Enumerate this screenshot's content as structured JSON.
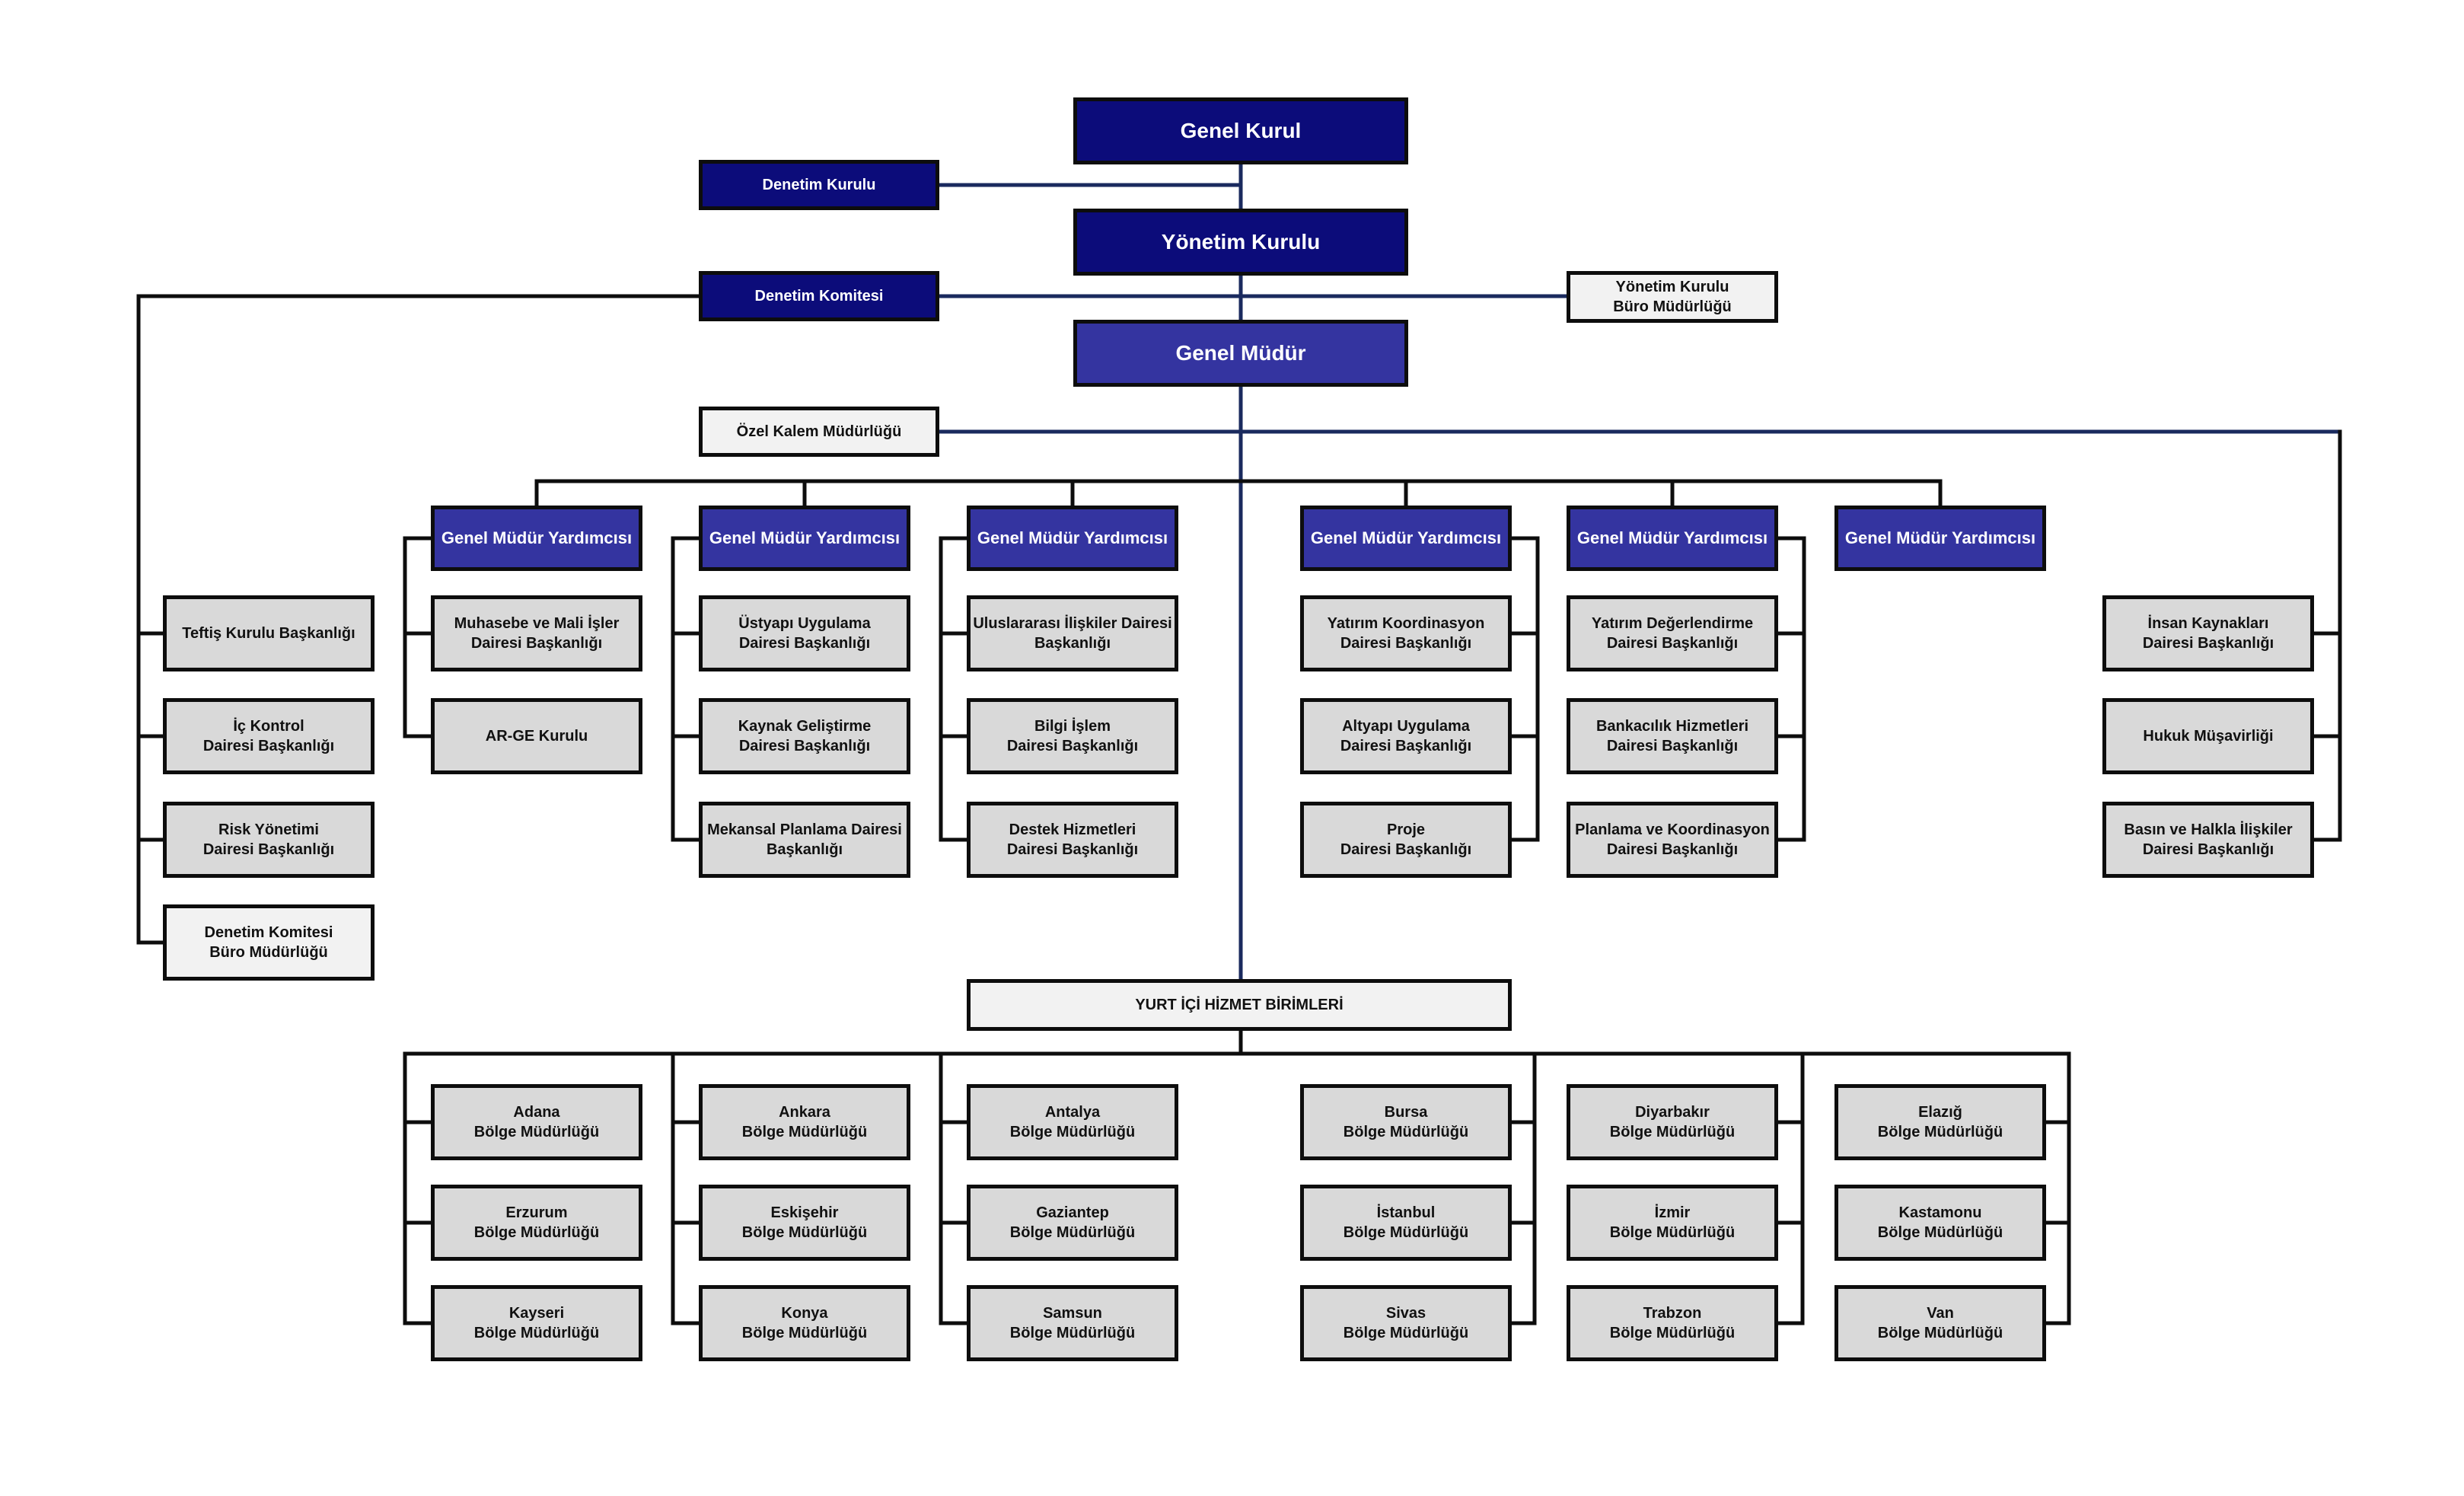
{
  "colors": {
    "dark_navy": "#0c0c7a",
    "mid_blue": "#3434a0",
    "unit_grey": "#d9d9d9",
    "office_white": "#f2f2f2",
    "connector_navy": "#1a2a5e",
    "connector_black": "#0d0d0d"
  },
  "top": {
    "genel_kurul": "Genel Kurul",
    "denetim_kurulu": "Denetim Kurulu",
    "yonetim_kurulu": "Yönetim Kurulu",
    "denetim_komitesi": "Denetim Komitesi",
    "yk_buro": "Yönetim Kurulu\nBüro Müdürlüğü",
    "genel_mudur": "Genel Müdür",
    "ozel_kalem": "Özel Kalem Müdürlüğü"
  },
  "left_units": [
    "Teftiş Kurulu Başkanlığı",
    "İç Kontrol\nDairesi Başkanlığı",
    "Risk Yönetimi\nDairesi Başkanlığı",
    "Denetim Komitesi\nBüro Müdürlüğü"
  ],
  "gmy_columns": [
    {
      "title": "Genel Müdür Yardımcısı",
      "units": [
        "Muhasebe ve Mali İşler\nDairesi Başkanlığı",
        "AR-GE Kurulu"
      ]
    },
    {
      "title": "Genel Müdür Yardımcısı",
      "units": [
        "Üstyapı Uygulama\nDairesi Başkanlığı",
        "Kaynak Geliştirme\nDairesi Başkanlığı",
        "Mekansal Planlama Dairesi\nBaşkanlığı"
      ]
    },
    {
      "title": "Genel Müdür Yardımcısı",
      "units": [
        "Uluslararası İlişkiler Dairesi\nBaşkanlığı",
        "Bilgi İşlem\nDairesi Başkanlığı",
        "Destek Hizmetleri\nDairesi Başkanlığı"
      ]
    },
    {
      "title": "Genel Müdür Yardımcısı",
      "units": [
        "Yatırım Koordinasyon\nDairesi Başkanlığı",
        "Altyapı Uygulama\nDairesi Başkanlığı",
        "Proje\nDairesi Başkanlığı"
      ]
    },
    {
      "title": "Genel Müdür Yardımcısı",
      "units": [
        "Yatırım Değerlendirme\nDairesi Başkanlığı",
        "Bankacılık Hizmetleri\nDairesi Başkanlığı",
        "Planlama ve Koordinasyon\nDairesi Başkanlığı"
      ]
    },
    {
      "title": "Genel Müdür Yardımcısı",
      "units": []
    }
  ],
  "right_units": [
    "İnsan Kaynakları\nDairesi Başkanlığı",
    "Hukuk Müşavirliği",
    "Basın ve Halkla İlişkiler\nDairesi Başkanlığı"
  ],
  "domestic_header": "YURT İÇİ HİZMET BİRİMLERİ",
  "regional_columns": [
    [
      "Adana\nBölge Müdürlüğü",
      "Erzurum\nBölge Müdürlüğü",
      "Kayseri\nBölge Müdürlüğü"
    ],
    [
      "Ankara\nBölge Müdürlüğü",
      "Eskişehir\nBölge Müdürlüğü",
      "Konya\nBölge Müdürlüğü"
    ],
    [
      "Antalya\nBölge Müdürlüğü",
      "Gaziantep\nBölge Müdürlüğü",
      "Samsun\nBölge Müdürlüğü"
    ],
    [
      "Bursa\nBölge Müdürlüğü",
      "İstanbul\nBölge Müdürlüğü",
      "Sivas\nBölge Müdürlüğü"
    ],
    [
      "Diyarbakır\nBölge Müdürlüğü",
      "İzmir\nBölge Müdürlüğü",
      "Trabzon\nBölge Müdürlüğü"
    ],
    [
      "Elazığ\nBölge Müdürlüğü",
      "Kastamonu\nBölge Müdürlüğü",
      "Van\nBölge  Müdürlüğü"
    ]
  ]
}
